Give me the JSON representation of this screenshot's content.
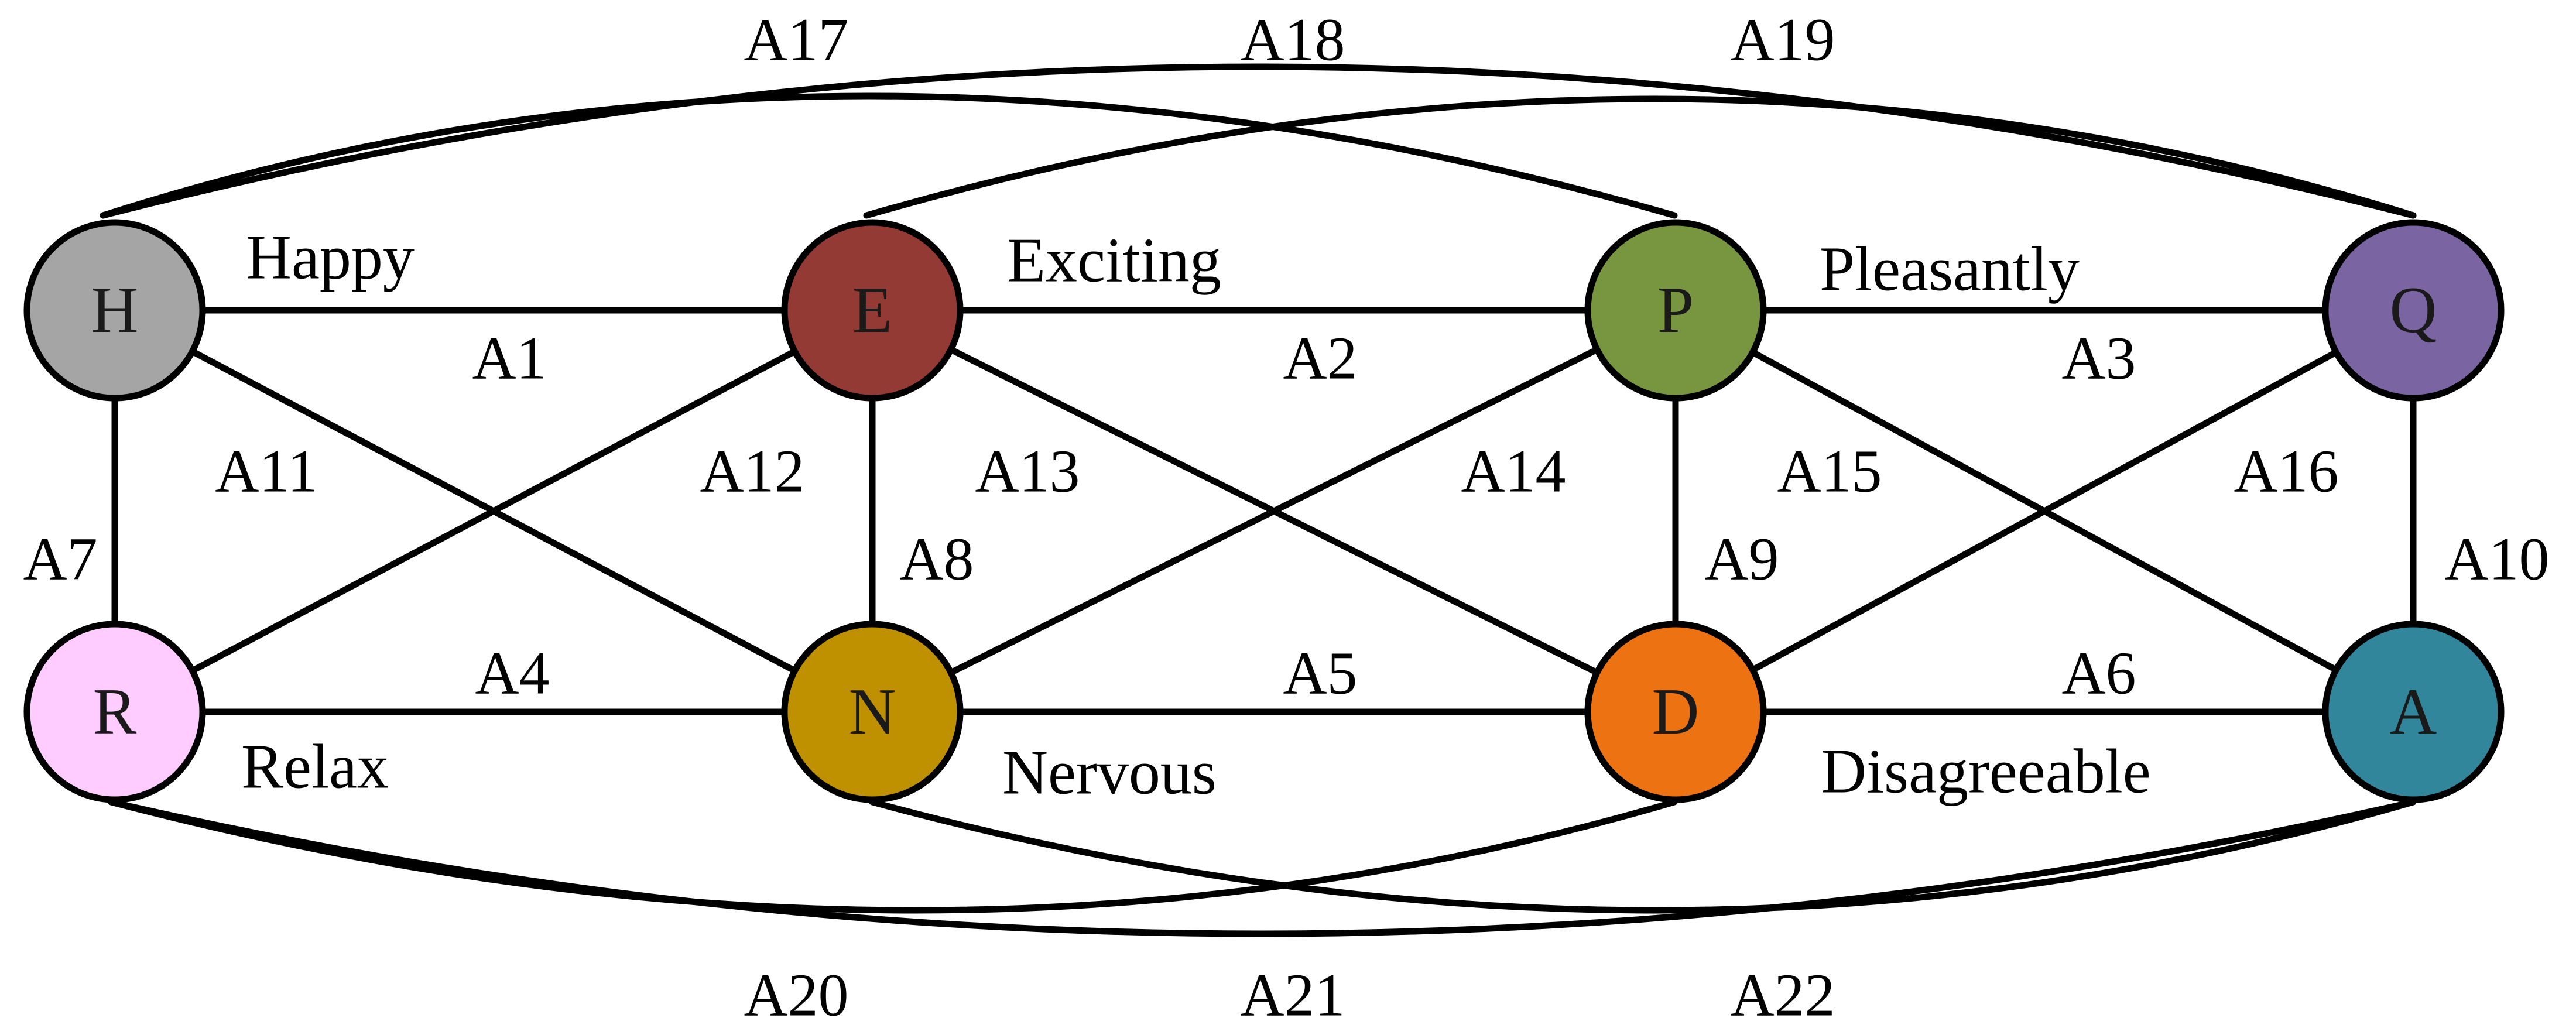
{
  "nodes": {
    "H": {
      "letter": "H",
      "name": "Happy",
      "color": "#a5a5a5"
    },
    "E": {
      "letter": "E",
      "name": "Exciting",
      "color": "#933a34"
    },
    "P": {
      "letter": "P",
      "name": "Pleasantly",
      "color": "#78963f"
    },
    "Q": {
      "letter": "Q",
      "name": "",
      "color": "#7b64a2"
    },
    "R": {
      "letter": "R",
      "name": "Relax",
      "color": "#ffccff"
    },
    "N": {
      "letter": "N",
      "name": "Nervous",
      "color": "#bf9000"
    },
    "D": {
      "letter": "D",
      "name": "Disagreeable",
      "color": "#ec7212"
    },
    "A": {
      "letter": "A",
      "name": "",
      "color": "#31869b"
    }
  },
  "edges": [
    {
      "id": "A1",
      "label": "A1",
      "from": "H",
      "to": "E"
    },
    {
      "id": "A2",
      "label": "A2",
      "from": "E",
      "to": "P"
    },
    {
      "id": "A3",
      "label": "A3",
      "from": "P",
      "to": "Q"
    },
    {
      "id": "A4",
      "label": "A4",
      "from": "R",
      "to": "N"
    },
    {
      "id": "A5",
      "label": "A5",
      "from": "N",
      "to": "D"
    },
    {
      "id": "A6",
      "label": "A6",
      "from": "D",
      "to": "A"
    },
    {
      "id": "A7",
      "label": "A7",
      "from": "H",
      "to": "R"
    },
    {
      "id": "A8",
      "label": "A8",
      "from": "E",
      "to": "N"
    },
    {
      "id": "A9",
      "label": "A9",
      "from": "P",
      "to": "D"
    },
    {
      "id": "A10",
      "label": "A10",
      "from": "Q",
      "to": "A"
    },
    {
      "id": "A11",
      "label": "A11",
      "from": "H",
      "to": "N"
    },
    {
      "id": "A12",
      "label": "A12",
      "from": "E",
      "to": "R"
    },
    {
      "id": "A13",
      "label": "A13",
      "from": "E",
      "to": "D"
    },
    {
      "id": "A14",
      "label": "A14",
      "from": "P",
      "to": "N"
    },
    {
      "id": "A15",
      "label": "A15",
      "from": "P",
      "to": "A"
    },
    {
      "id": "A16",
      "label": "A16",
      "from": "Q",
      "to": "D"
    },
    {
      "id": "A17",
      "label": "A17",
      "from": "H",
      "to": "P"
    },
    {
      "id": "A18",
      "label": "A18",
      "from": "E",
      "to": "Q"
    },
    {
      "id": "A19",
      "label": "A19",
      "from": "H",
      "to": "Q"
    },
    {
      "id": "A20",
      "label": "A20",
      "from": "R",
      "to": "D"
    },
    {
      "id": "A21",
      "label": "A21",
      "from": "N",
      "to": "A"
    },
    {
      "id": "A22",
      "label": "A22",
      "from": "R",
      "to": "A"
    }
  ]
}
